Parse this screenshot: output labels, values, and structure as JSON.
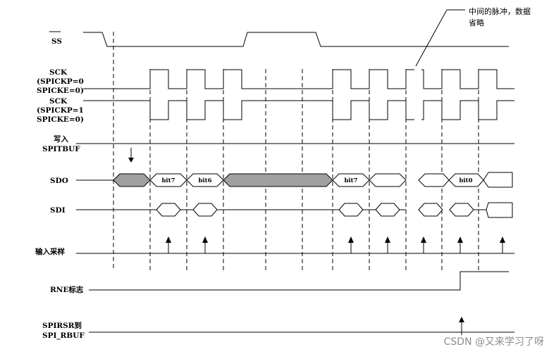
{
  "signals": {
    "ss": "SS",
    "sck_cpol0": {
      "line1": "SCK",
      "line2": "(SPICKP=0",
      "line3": "SPICKE=0)"
    },
    "sck_cpol1": {
      "line1": "SCK",
      "line2": "(SPICKP=1",
      "line3": "SPICKE=0)"
    },
    "write": {
      "line1": "写入",
      "line2": "SPITBUF"
    },
    "sdo": "SDO",
    "sdi": "SDI",
    "sample": "输入采样",
    "rne": "RNE标志",
    "spirsr": {
      "line1": "SPIRSR到",
      "line2": "SPI_RBUF"
    }
  },
  "bits": {
    "sdo_bit7": "bit7",
    "sdo_bit6": "bit6",
    "sdo_bit1": "bit7",
    "sdo_bit0": "bit0"
  },
  "annotation": {
    "line1": "中间的脉冲，数据",
    "line2": "省略"
  },
  "watermark": "CSDN @又来学习了呀",
  "colors": {
    "line": "#000000",
    "fill_gray": "#a0a0a0",
    "watermark": "#8c8c8c"
  }
}
